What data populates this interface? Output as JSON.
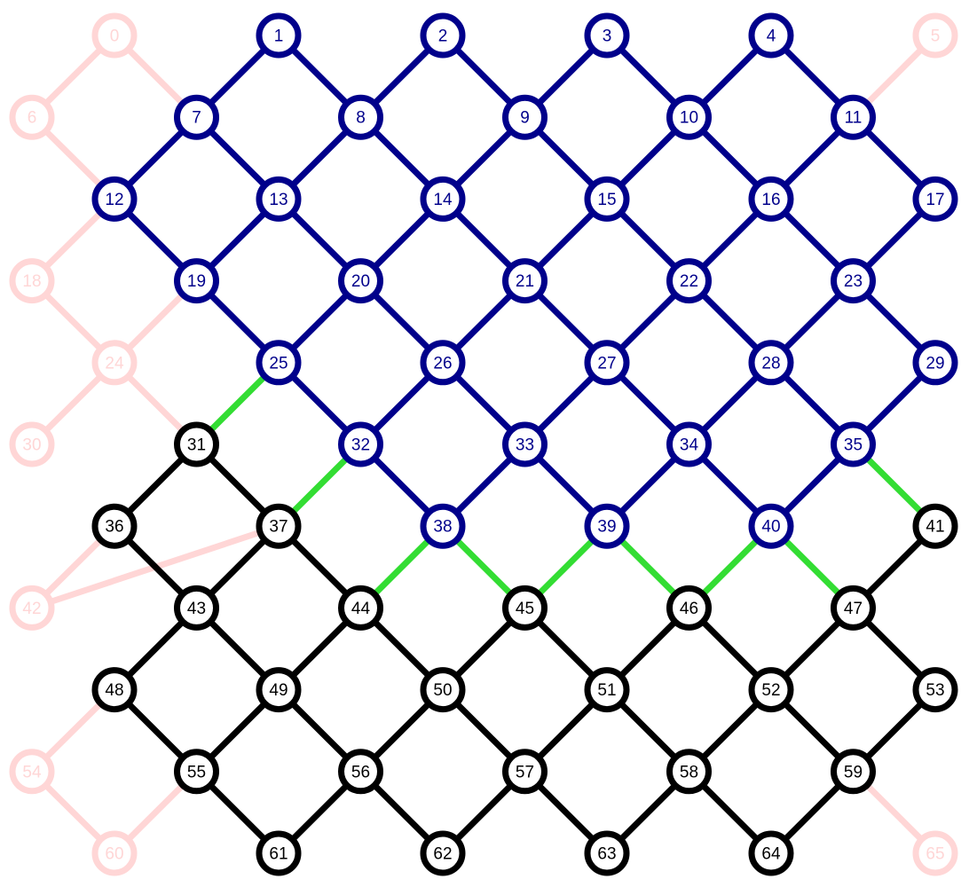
{
  "diagram": {
    "colors": {
      "blue_group": "#00008b",
      "black_group": "#000000",
      "faded_group": "#ffd6d6",
      "connector": "#33dd33",
      "node_fill": "#ffffff"
    },
    "nodes": [
      {
        "id": 0,
        "label": "0",
        "group": "faded",
        "row": 0,
        "col": 0
      },
      {
        "id": 1,
        "label": "1",
        "group": "blue",
        "row": 0,
        "col": 2
      },
      {
        "id": 2,
        "label": "2",
        "group": "blue",
        "row": 0,
        "col": 4
      },
      {
        "id": 3,
        "label": "3",
        "group": "blue",
        "row": 0,
        "col": 6
      },
      {
        "id": 4,
        "label": "4",
        "group": "blue",
        "row": 0,
        "col": 8
      },
      {
        "id": 5,
        "label": "5",
        "group": "faded",
        "row": 0,
        "col": 10
      },
      {
        "id": 6,
        "label": "6",
        "group": "faded",
        "row": 1,
        "col": -1
      },
      {
        "id": 7,
        "label": "7",
        "group": "blue",
        "row": 1,
        "col": 1
      },
      {
        "id": 8,
        "label": "8",
        "group": "blue",
        "row": 1,
        "col": 3
      },
      {
        "id": 9,
        "label": "9",
        "group": "blue",
        "row": 1,
        "col": 5
      },
      {
        "id": 10,
        "label": "10",
        "group": "blue",
        "row": 1,
        "col": 7
      },
      {
        "id": 11,
        "label": "11",
        "group": "blue",
        "row": 1,
        "col": 9
      },
      {
        "id": 12,
        "label": "12",
        "group": "blue",
        "row": 2,
        "col": 0
      },
      {
        "id": 13,
        "label": "13",
        "group": "blue",
        "row": 2,
        "col": 2
      },
      {
        "id": 14,
        "label": "14",
        "group": "blue",
        "row": 2,
        "col": 4
      },
      {
        "id": 15,
        "label": "15",
        "group": "blue",
        "row": 2,
        "col": 6
      },
      {
        "id": 16,
        "label": "16",
        "group": "blue",
        "row": 2,
        "col": 8
      },
      {
        "id": 17,
        "label": "17",
        "group": "blue",
        "row": 2,
        "col": 10
      },
      {
        "id": 18,
        "label": "18",
        "group": "faded",
        "row": 3,
        "col": -1
      },
      {
        "id": 19,
        "label": "19",
        "group": "blue",
        "row": 3,
        "col": 1
      },
      {
        "id": 20,
        "label": "20",
        "group": "blue",
        "row": 3,
        "col": 3
      },
      {
        "id": 21,
        "label": "21",
        "group": "blue",
        "row": 3,
        "col": 5
      },
      {
        "id": 22,
        "label": "22",
        "group": "blue",
        "row": 3,
        "col": 7
      },
      {
        "id": 23,
        "label": "23",
        "group": "blue",
        "row": 3,
        "col": 9
      },
      {
        "id": 24,
        "label": "24",
        "group": "faded",
        "row": 4,
        "col": 0
      },
      {
        "id": 25,
        "label": "25",
        "group": "blue",
        "row": 4,
        "col": 2
      },
      {
        "id": 26,
        "label": "26",
        "group": "blue",
        "row": 4,
        "col": 4
      },
      {
        "id": 27,
        "label": "27",
        "group": "blue",
        "row": 4,
        "col": 6
      },
      {
        "id": 28,
        "label": "28",
        "group": "blue",
        "row": 4,
        "col": 8
      },
      {
        "id": 29,
        "label": "29",
        "group": "blue",
        "row": 4,
        "col": 10
      },
      {
        "id": 30,
        "label": "30",
        "group": "faded",
        "row": 5,
        "col": -1
      },
      {
        "id": 31,
        "label": "31",
        "group": "black",
        "row": 5,
        "col": 1
      },
      {
        "id": 32,
        "label": "32",
        "group": "blue",
        "row": 5,
        "col": 3
      },
      {
        "id": 33,
        "label": "33",
        "group": "blue",
        "row": 5,
        "col": 5
      },
      {
        "id": 34,
        "label": "34",
        "group": "blue",
        "row": 5,
        "col": 7
      },
      {
        "id": 35,
        "label": "35",
        "group": "blue",
        "row": 5,
        "col": 9
      },
      {
        "id": 36,
        "label": "36",
        "group": "black",
        "row": 6,
        "col": 0
      },
      {
        "id": 37,
        "label": "37",
        "group": "black",
        "row": 6,
        "col": 2
      },
      {
        "id": 38,
        "label": "38",
        "group": "blue",
        "row": 6,
        "col": 4
      },
      {
        "id": 39,
        "label": "39",
        "group": "blue",
        "row": 6,
        "col": 6
      },
      {
        "id": 40,
        "label": "40",
        "group": "blue",
        "row": 6,
        "col": 8
      },
      {
        "id": 41,
        "label": "41",
        "group": "black",
        "row": 6,
        "col": 10
      },
      {
        "id": 42,
        "label": "42",
        "group": "faded",
        "row": 7,
        "col": -1
      },
      {
        "id": 43,
        "label": "43",
        "group": "black",
        "row": 7,
        "col": 1
      },
      {
        "id": 44,
        "label": "44",
        "group": "black",
        "row": 7,
        "col": 3
      },
      {
        "id": 45,
        "label": "45",
        "group": "black",
        "row": 7,
        "col": 5
      },
      {
        "id": 46,
        "label": "46",
        "group": "black",
        "row": 7,
        "col": 7
      },
      {
        "id": 47,
        "label": "47",
        "group": "black",
        "row": 7,
        "col": 9
      },
      {
        "id": 48,
        "label": "48",
        "group": "black",
        "row": 8,
        "col": 0
      },
      {
        "id": 49,
        "label": "49",
        "group": "black",
        "row": 8,
        "col": 2
      },
      {
        "id": 50,
        "label": "50",
        "group": "black",
        "row": 8,
        "col": 4
      },
      {
        "id": 51,
        "label": "51",
        "group": "black",
        "row": 8,
        "col": 6
      },
      {
        "id": 52,
        "label": "52",
        "group": "black",
        "row": 8,
        "col": 8
      },
      {
        "id": 53,
        "label": "53",
        "group": "black",
        "row": 8,
        "col": 10
      },
      {
        "id": 54,
        "label": "54",
        "group": "faded",
        "row": 9,
        "col": -1
      },
      {
        "id": 55,
        "label": "55",
        "group": "black",
        "row": 9,
        "col": 1
      },
      {
        "id": 56,
        "label": "56",
        "group": "black",
        "row": 9,
        "col": 3
      },
      {
        "id": 57,
        "label": "57",
        "group": "black",
        "row": 9,
        "col": 5
      },
      {
        "id": 58,
        "label": "58",
        "group": "black",
        "row": 9,
        "col": 7
      },
      {
        "id": 59,
        "label": "59",
        "group": "black",
        "row": 9,
        "col": 9
      },
      {
        "id": 60,
        "label": "60",
        "group": "faded",
        "row": 10,
        "col": 0
      },
      {
        "id": 61,
        "label": "61",
        "group": "black",
        "row": 10,
        "col": 2
      },
      {
        "id": 62,
        "label": "62",
        "group": "black",
        "row": 10,
        "col": 4
      },
      {
        "id": 63,
        "label": "63",
        "group": "black",
        "row": 10,
        "col": 6
      },
      {
        "id": 64,
        "label": "64",
        "group": "black",
        "row": 10,
        "col": 8
      },
      {
        "id": 65,
        "label": "65",
        "group": "faded",
        "row": 10,
        "col": 10
      }
    ],
    "edges": [
      {
        "a": 1,
        "b": 7,
        "type": "blue"
      },
      {
        "a": 1,
        "b": 8,
        "type": "blue"
      },
      {
        "a": 2,
        "b": 8,
        "type": "blue"
      },
      {
        "a": 2,
        "b": 9,
        "type": "blue"
      },
      {
        "a": 3,
        "b": 9,
        "type": "blue"
      },
      {
        "a": 3,
        "b": 10,
        "type": "blue"
      },
      {
        "a": 4,
        "b": 10,
        "type": "blue"
      },
      {
        "a": 4,
        "b": 11,
        "type": "blue"
      },
      {
        "a": 7,
        "b": 12,
        "type": "blue"
      },
      {
        "a": 7,
        "b": 13,
        "type": "blue"
      },
      {
        "a": 8,
        "b": 13,
        "type": "blue"
      },
      {
        "a": 8,
        "b": 14,
        "type": "blue"
      },
      {
        "a": 9,
        "b": 14,
        "type": "blue"
      },
      {
        "a": 9,
        "b": 15,
        "type": "blue"
      },
      {
        "a": 10,
        "b": 15,
        "type": "blue"
      },
      {
        "a": 10,
        "b": 16,
        "type": "blue"
      },
      {
        "a": 11,
        "b": 16,
        "type": "blue"
      },
      {
        "a": 11,
        "b": 17,
        "type": "blue"
      },
      {
        "a": 12,
        "b": 19,
        "type": "blue"
      },
      {
        "a": 13,
        "b": 19,
        "type": "blue"
      },
      {
        "a": 13,
        "b": 20,
        "type": "blue"
      },
      {
        "a": 14,
        "b": 20,
        "type": "blue"
      },
      {
        "a": 14,
        "b": 21,
        "type": "blue"
      },
      {
        "a": 15,
        "b": 21,
        "type": "blue"
      },
      {
        "a": 15,
        "b": 22,
        "type": "blue"
      },
      {
        "a": 16,
        "b": 22,
        "type": "blue"
      },
      {
        "a": 16,
        "b": 23,
        "type": "blue"
      },
      {
        "a": 17,
        "b": 23,
        "type": "blue"
      },
      {
        "a": 19,
        "b": 25,
        "type": "blue"
      },
      {
        "a": 20,
        "b": 25,
        "type": "blue"
      },
      {
        "a": 20,
        "b": 26,
        "type": "blue"
      },
      {
        "a": 21,
        "b": 26,
        "type": "blue"
      },
      {
        "a": 21,
        "b": 27,
        "type": "blue"
      },
      {
        "a": 22,
        "b": 27,
        "type": "blue"
      },
      {
        "a": 22,
        "b": 28,
        "type": "blue"
      },
      {
        "a": 23,
        "b": 28,
        "type": "blue"
      },
      {
        "a": 23,
        "b": 29,
        "type": "blue"
      },
      {
        "a": 25,
        "b": 32,
        "type": "blue"
      },
      {
        "a": 26,
        "b": 32,
        "type": "blue"
      },
      {
        "a": 26,
        "b": 33,
        "type": "blue"
      },
      {
        "a": 27,
        "b": 33,
        "type": "blue"
      },
      {
        "a": 27,
        "b": 34,
        "type": "blue"
      },
      {
        "a": 28,
        "b": 34,
        "type": "blue"
      },
      {
        "a": 28,
        "b": 35,
        "type": "blue"
      },
      {
        "a": 29,
        "b": 35,
        "type": "blue"
      },
      {
        "a": 33,
        "b": 38,
        "type": "blue"
      },
      {
        "a": 33,
        "b": 39,
        "type": "blue"
      },
      {
        "a": 34,
        "b": 39,
        "type": "blue"
      },
      {
        "a": 34,
        "b": 40,
        "type": "blue"
      },
      {
        "a": 35,
        "b": 40,
        "type": "blue"
      },
      {
        "a": 32,
        "b": 38,
        "type": "blue"
      },
      {
        "a": 25,
        "b": 31,
        "type": "connector"
      },
      {
        "a": 32,
        "b": 37,
        "type": "connector"
      },
      {
        "a": 38,
        "b": 44,
        "type": "connector"
      },
      {
        "a": 38,
        "b": 45,
        "type": "connector"
      },
      {
        "a": 39,
        "b": 45,
        "type": "connector"
      },
      {
        "a": 39,
        "b": 46,
        "type": "connector"
      },
      {
        "a": 40,
        "b": 46,
        "type": "connector"
      },
      {
        "a": 40,
        "b": 47,
        "type": "connector"
      },
      {
        "a": 35,
        "b": 41,
        "type": "connector"
      },
      {
        "a": 31,
        "b": 36,
        "type": "black"
      },
      {
        "a": 31,
        "b": 37,
        "type": "black"
      },
      {
        "a": 36,
        "b": 43,
        "type": "black"
      },
      {
        "a": 37,
        "b": 43,
        "type": "black"
      },
      {
        "a": 37,
        "b": 44,
        "type": "black"
      },
      {
        "a": 41,
        "b": 47,
        "type": "black"
      },
      {
        "a": 43,
        "b": 48,
        "type": "black"
      },
      {
        "a": 43,
        "b": 49,
        "type": "black"
      },
      {
        "a": 44,
        "b": 49,
        "type": "black"
      },
      {
        "a": 44,
        "b": 50,
        "type": "black"
      },
      {
        "a": 45,
        "b": 50,
        "type": "black"
      },
      {
        "a": 45,
        "b": 51,
        "type": "black"
      },
      {
        "a": 46,
        "b": 51,
        "type": "black"
      },
      {
        "a": 46,
        "b": 52,
        "type": "black"
      },
      {
        "a": 47,
        "b": 52,
        "type": "black"
      },
      {
        "a": 47,
        "b": 53,
        "type": "black"
      },
      {
        "a": 48,
        "b": 55,
        "type": "black"
      },
      {
        "a": 49,
        "b": 55,
        "type": "black"
      },
      {
        "a": 49,
        "b": 56,
        "type": "black"
      },
      {
        "a": 50,
        "b": 56,
        "type": "black"
      },
      {
        "a": 50,
        "b": 57,
        "type": "black"
      },
      {
        "a": 51,
        "b": 57,
        "type": "black"
      },
      {
        "a": 51,
        "b": 58,
        "type": "black"
      },
      {
        "a": 52,
        "b": 58,
        "type": "black"
      },
      {
        "a": 52,
        "b": 59,
        "type": "black"
      },
      {
        "a": 53,
        "b": 59,
        "type": "black"
      },
      {
        "a": 55,
        "b": 61,
        "type": "black"
      },
      {
        "a": 56,
        "b": 61,
        "type": "black"
      },
      {
        "a": 56,
        "b": 62,
        "type": "black"
      },
      {
        "a": 57,
        "b": 62,
        "type": "black"
      },
      {
        "a": 57,
        "b": 63,
        "type": "black"
      },
      {
        "a": 58,
        "b": 63,
        "type": "black"
      },
      {
        "a": 58,
        "b": 64,
        "type": "black"
      },
      {
        "a": 59,
        "b": 64,
        "type": "black"
      },
      {
        "a": 0,
        "b": 6,
        "type": "faded"
      },
      {
        "a": 0,
        "b": 7,
        "type": "faded"
      },
      {
        "a": 6,
        "b": 12,
        "type": "faded"
      },
      {
        "a": 12,
        "b": 18,
        "type": "faded"
      },
      {
        "a": 18,
        "b": 24,
        "type": "faded"
      },
      {
        "a": 19,
        "b": 24,
        "type": "faded"
      },
      {
        "a": 24,
        "b": 30,
        "type": "faded"
      },
      {
        "a": 24,
        "b": 31,
        "type": "faded"
      },
      {
        "a": 36,
        "b": 42,
        "type": "faded"
      },
      {
        "a": 37,
        "b": 42,
        "type": "faded"
      },
      {
        "a": 48,
        "b": 54,
        "type": "faded"
      },
      {
        "a": 54,
        "b": 60,
        "type": "faded"
      },
      {
        "a": 55,
        "b": 60,
        "type": "faded"
      },
      {
        "a": 5,
        "b": 11,
        "type": "faded"
      },
      {
        "a": 59,
        "b": 65,
        "type": "faded"
      }
    ]
  }
}
